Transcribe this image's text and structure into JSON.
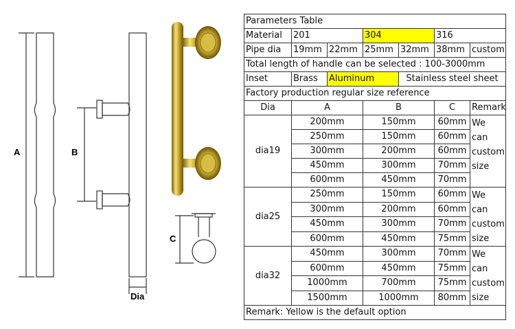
{
  "drawing": {
    "labels": {
      "a": "A",
      "b": "B",
      "c": "C",
      "dia": "Dia"
    },
    "colors": {
      "brass": "#c9a92c",
      "brass_light": "#f2e27a",
      "brass_dark": "#7a6210",
      "line": "#333333"
    }
  },
  "table": {
    "title": "Parameters Table",
    "material": {
      "label": "Material",
      "options": [
        "201",
        "304",
        "316"
      ],
      "default": "304"
    },
    "pipe_dia": {
      "label": "Pipe dia",
      "options": [
        "19mm",
        "22mm",
        "25mm",
        "32mm",
        "38mm",
        "custom"
      ]
    },
    "total_length": "Total length of handle can be selected : 100-3000mm",
    "inset": {
      "label": "Inset",
      "options": [
        "Brass",
        "Aluminum",
        "Stainless steel sheet"
      ],
      "default": "Aluminum"
    },
    "reference_title": "Factory production regular size reference",
    "columns": [
      "Dia",
      "A",
      "B",
      "C",
      "Remark"
    ],
    "groups": [
      {
        "dia": "dia19",
        "remark": "We can custom size",
        "rows": [
          [
            "200mm",
            "150mm",
            "60mm"
          ],
          [
            "250mm",
            "150mm",
            "60mm"
          ],
          [
            "300mm",
            "200mm",
            "60mm"
          ],
          [
            "450mm",
            "300mm",
            "70mm"
          ],
          [
            "600mm",
            "450mm",
            "70mm"
          ]
        ]
      },
      {
        "dia": "dia25",
        "remark": "We can custom size",
        "rows": [
          [
            "250mm",
            "150mm",
            "60mm"
          ],
          [
            "300mm",
            "200mm",
            "60mm"
          ],
          [
            "450mm",
            "300mm",
            "70mm"
          ],
          [
            "600mm",
            "450mm",
            "75mm"
          ]
        ]
      },
      {
        "dia": "dia32",
        "remark": "We can custom size",
        "rows": [
          [
            "450mm",
            "300mm",
            "70mm"
          ],
          [
            "600mm",
            "450mm",
            "75mm"
          ],
          [
            "1000mm",
            "700mm",
            "75mm"
          ],
          [
            "1500mm",
            "1000mm",
            "80mm"
          ]
        ]
      }
    ],
    "footer": "Remark: Yellow is the default option",
    "highlight_color": "#ffff00"
  }
}
